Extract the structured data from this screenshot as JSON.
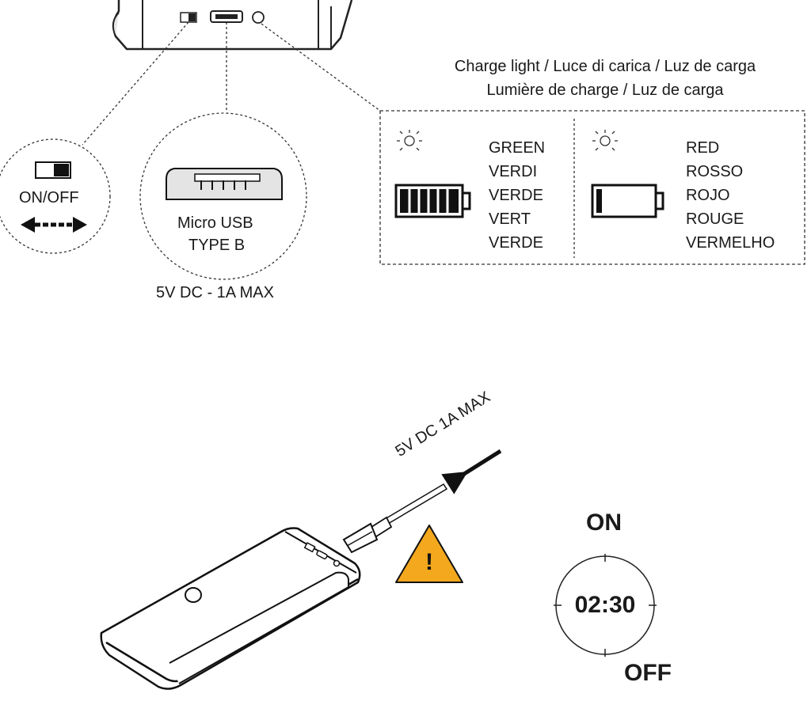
{
  "switch": {
    "label": "ON/OFF"
  },
  "port": {
    "line1": "Micro USB",
    "line2": "TYPE B",
    "rating": "5V DC - 1A MAX"
  },
  "legend": {
    "header_line1": "Charge light / Luce di carica / Luz de carga",
    "header_line2": "Lumière de charge / Luz de carga",
    "full": {
      "colors": [
        "GREEN",
        "VERDI",
        "VERDE",
        "VERT",
        "VERDE"
      ],
      "battery_level": 1.0,
      "icon": "sun-icon"
    },
    "low": {
      "colors": [
        "RED",
        "ROSSO",
        "ROJO",
        "ROUGE",
        "VERMELHO"
      ],
      "battery_level": 0.1,
      "icon": "sun-icon"
    }
  },
  "charging": {
    "cable_label": "5V DC 1A MAX",
    "warning_symbol": "!",
    "warning_color": "#f4a81d"
  },
  "timer": {
    "on_label": "ON",
    "time": "02:30",
    "off_label": "OFF"
  }
}
